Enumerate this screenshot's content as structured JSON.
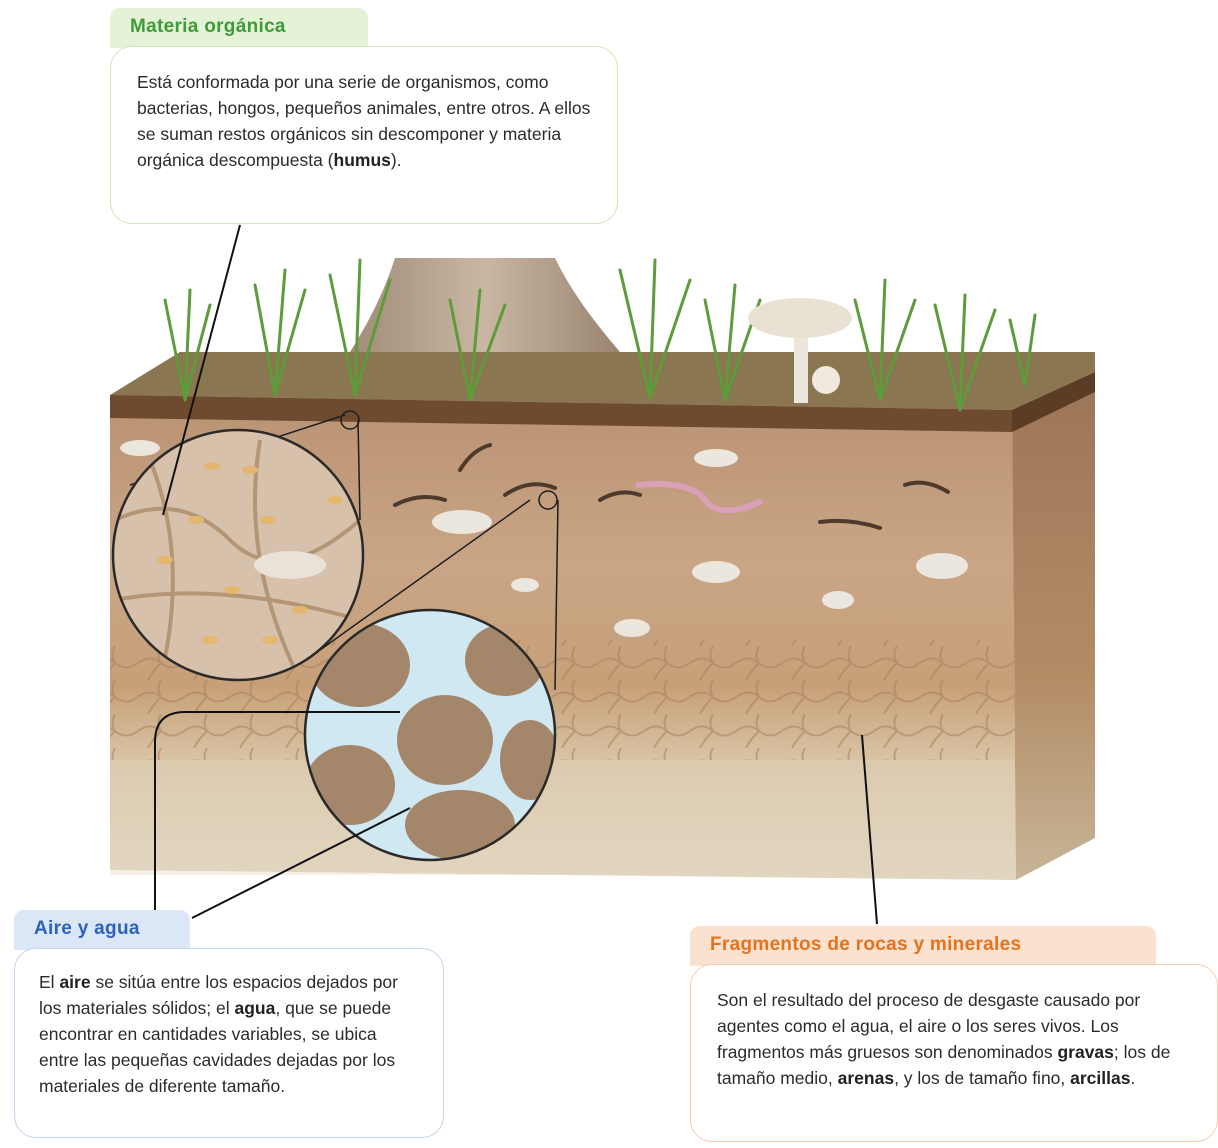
{
  "callouts": {
    "organic": {
      "title": "Materia orgánica",
      "text_before": "Está conformada por una serie de organismos, como bacterias, hongos, pequeños animales, entre otros. A ellos se suman restos orgánicos sin descomponer y materia orgánica descompuesta (",
      "bold": "humus",
      "text_after": ")."
    },
    "air_water": {
      "title": "Aire y agua",
      "p1": "El ",
      "b1": "aire",
      "p2": " se sitúa entre los espacios dejados por los materiales sólidos; el ",
      "b2": "agua",
      "p3": ", que se puede encontrar en cantidades variables, se ubica entre las pequeñas cavidades dejadas por los materiales de diferente tamaño."
    },
    "rocks": {
      "title": "Fragmentos de rocas y minerales",
      "p1": "Son el resultado del proceso de desgaste causado por agentes como el agua, el aire o los seres vivos. Los fragmentos más gruesos son denominados ",
      "b1": "gravas",
      "p2": "; los de tamaño medio, ",
      "b2": "arenas",
      "p3": ", y los de tamaño fino, ",
      "b3": "arcillas",
      "p4": "."
    }
  },
  "colors": {
    "organic_accent": "#3f9b3a",
    "air_accent": "#2a63b8",
    "rocks_accent": "#e3731f"
  }
}
